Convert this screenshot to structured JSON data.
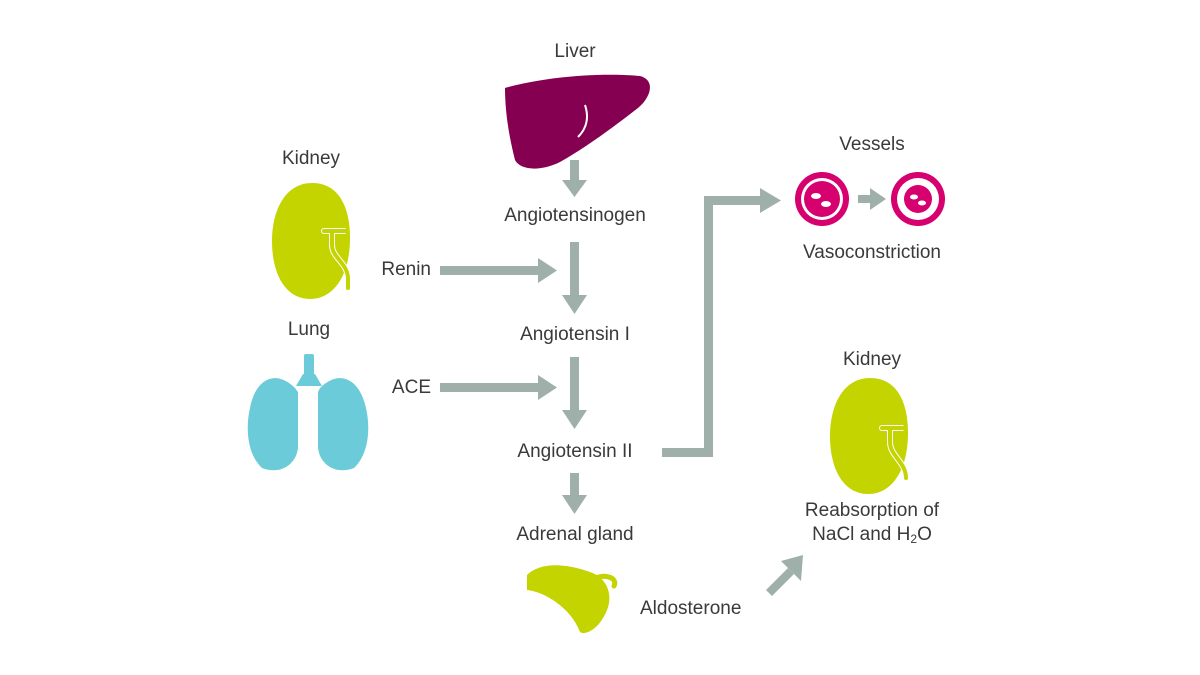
{
  "colors": {
    "arrow": "#9fb0aa",
    "liver": "#850050",
    "kidney": "#c4d400",
    "lung": "#6bcbd8",
    "vessel": "#d6006e",
    "text": "#3a3a3a"
  },
  "labels": {
    "liver": "Liver",
    "kidney_left": "Kidney",
    "lung": "Lung",
    "renin": "Renin",
    "ace": "ACE",
    "angiotensinogen": "Angiotensinogen",
    "angiotensin_1": "Angiotensin I",
    "angiotensin_2": "Angiotensin II",
    "adrenal_gland": "Adrenal gland",
    "aldosterone": "Aldosterone",
    "vessels": "Vessels",
    "vasoconstriction": "Vasoconstriction",
    "kidney_right": "Kidney",
    "reabsorption_line1": "Reabsorption of",
    "reabsorption_line2_pre": "NaCl and H",
    "reabsorption_sub": "2",
    "reabsorption_line2_post": "O"
  },
  "icons": {
    "liver": "liver-icon",
    "kidney_left": "kidney-icon",
    "lung": "lungs-icon",
    "adrenal": "adrenal-gland-icon",
    "vessel_wide": "blood-vessel-icon",
    "vessel_narrow": "constricted-vessel-icon",
    "kidney_right": "kidney-icon"
  }
}
